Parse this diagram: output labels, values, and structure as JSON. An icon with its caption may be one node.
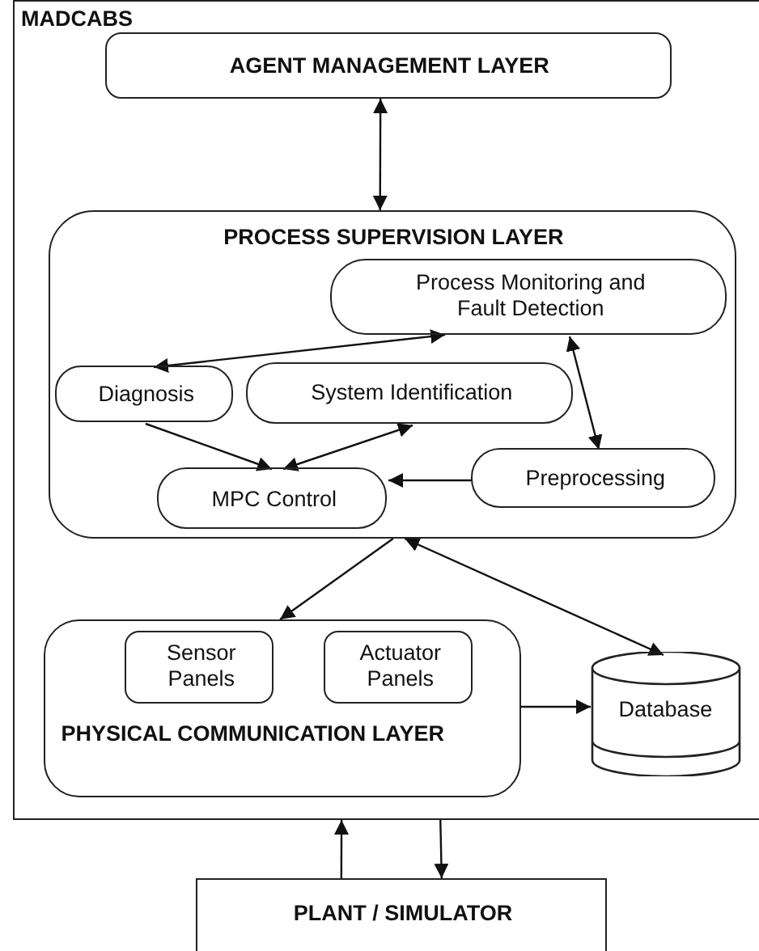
{
  "diagram": {
    "nodes": [
      {
        "text": [
          "MADCABS"
        ]
      },
      {
        "text": [
          "AGENT MANAGEMENT LAYER"
        ],
        "in": 0
      },
      {
        "text": [
          "PROCESS SUPERVISION LAYER"
        ],
        "in": 0
      },
      {
        "text": [
          "Process Monitoring and Fault Detection"
        ],
        "in": 2
      },
      {
        "text": [
          "Diagnosis"
        ],
        "in": 2
      },
      {
        "text": [
          "System Identification"
        ],
        "in": 2
      },
      {
        "text": [
          "MPC Control"
        ],
        "in": 2
      },
      {
        "text": [
          "Preprocessing"
        ],
        "in": 2
      },
      {
        "text": [
          "PHYSICAL COMMUNICATION LAYER"
        ],
        "in": 0
      },
      {
        "text": [
          "Sensor Panels"
        ],
        "in": 8
      },
      {
        "text": [
          "Actuator Panels"
        ],
        "in": 8
      },
      {
        "text": [
          "Database"
        ],
        "in": 0
      },
      {
        "text": [
          "PLANT / SIMULATOR"
        ]
      }
    ],
    "edges": [
      {
        "from": 1,
        "to": 2,
        "arrow": "both"
      },
      {
        "from": 3,
        "to": 4,
        "arrow": "both"
      },
      {
        "from": 4,
        "to": 6,
        "arrow": "to"
      },
      {
        "from": 6,
        "to": 5,
        "arrow": "both"
      },
      {
        "from": 7,
        "to": 6,
        "arrow": "to"
      },
      {
        "from": 3,
        "to": 7,
        "arrow": "both"
      },
      {
        "from": 2,
        "to": 8,
        "arrow": "to"
      },
      {
        "from": 2,
        "to": 11,
        "arrow": "both"
      },
      {
        "from": 8,
        "to": 11,
        "arrow": "to"
      },
      {
        "from": 12,
        "to": 0,
        "arrow": "to"
      },
      {
        "from": 0,
        "to": 12,
        "arrow": "to"
      }
    ]
  }
}
